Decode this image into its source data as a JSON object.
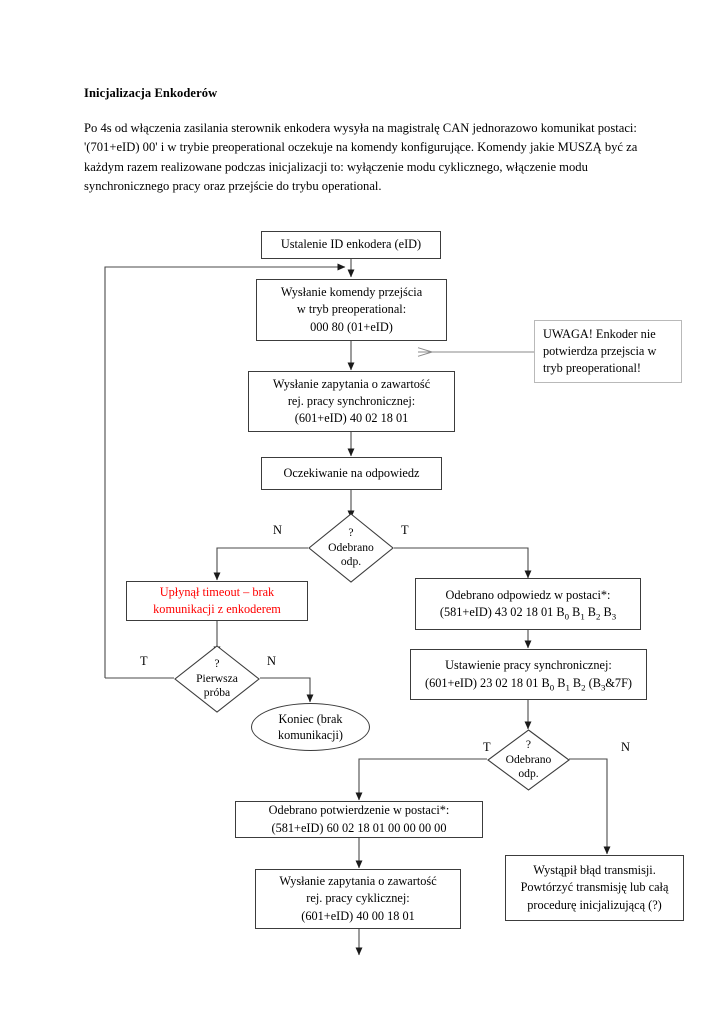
{
  "document": {
    "heading": "Inicjalizacja Enkoderów",
    "paragraph": "Po 4s od włączenia zasilania sterownik enkodera wysyła na magistralę CAN jednorazowo komunikat postaci: '(701+eID) 00' i w trybie preoperational oczekuje na komendy konfigurujące. Komendy jakie MUSZĄ być za każdym razem realizowane podczas inicjalizacji to: wyłączenie modu cyklicznego, włączenie modu synchronicznego pracy oraz przejście do trybu operational."
  },
  "flowchart": {
    "nodes": {
      "start": {
        "name": "ustalenie-id",
        "lines": [
          "Ustalenie ID enkodera (eID)"
        ]
      },
      "preoperational": {
        "name": "wyslanie-komendy-preoperational",
        "lines": [
          "Wysłanie komendy przejścia",
          "w tryb preoperational:",
          "000 80 (01+eID)"
        ]
      },
      "note_uwaga": {
        "name": "uwaga-note",
        "lines": [
          "UWAGA! Enkoder nie",
          "potwierdza przejscia w",
          "tryb preoperational!"
        ]
      },
      "zapytanie_sync": {
        "name": "zapytanie-rej-synchronicznej",
        "lines": [
          "Wysłanie zapytania o zawartość",
          "rej. pracy synchronicznej:",
          "(601+eID) 40 02 18 01"
        ]
      },
      "oczekiwanie": {
        "name": "oczekiwanie-na-odpowiedz",
        "lines": [
          "Oczekiwanie na odpowiedz"
        ]
      },
      "decision_odp1": {
        "name": "decyzja-odebrano-odp-1",
        "lines": [
          "?",
          "Odebrano",
          "odp."
        ]
      },
      "timeout": {
        "name": "timeout-brak-komunikacji",
        "lines": [
          "Upłynął timeout – brak",
          "komunikacji z enkoderem"
        ],
        "color": "#ff0000"
      },
      "odebrano_odpowiedz": {
        "name": "odebrano-odpowiedz",
        "lines": [
          "Odebrano odpowiedz w postaci*:",
          "(581+eID) 43 02 18 01 B<sub>0</sub> B<sub>1</sub> B<sub>2</sub> B<sub>3</sub>"
        ]
      },
      "decision_pierwsza": {
        "name": "decyzja-pierwsza-proba",
        "lines": [
          "?",
          "Pierwsza",
          "próba"
        ]
      },
      "koniec": {
        "name": "koniec-brak-komunikacji",
        "lines": [
          "Koniec (brak",
          "komunikacji)"
        ]
      },
      "ustawienie_sync": {
        "name": "ustawienie-pracy-synchronicznej",
        "lines": [
          "Ustawienie pracy synchronicznej:",
          "(601+eID) 23 02 18 01 B<sub>0</sub> B<sub>1</sub> B<sub>2</sub> (B<sub>3</sub>&7F)"
        ]
      },
      "decision_odp2": {
        "name": "decyzja-odebrano-odp-2",
        "lines": [
          "?",
          "Odebrano",
          "odp."
        ]
      },
      "potwierdzenie": {
        "name": "odebrano-potwierdzenie",
        "lines": [
          "Odebrano potwierdzenie w postaci*:",
          "(581+eID) 60 02 18 01 00 00 00 00"
        ]
      },
      "zapytanie_cykl": {
        "name": "zapytanie-rej-cyklicznej",
        "lines": [
          "Wysłanie zapytania o zawartość",
          "rej. pracy cyklicznej:",
          "(601+eID) 40 00 18 01"
        ]
      },
      "blad": {
        "name": "blad-transmisji",
        "lines": [
          "Wystąpił błąd transmisji.",
          "Powtórzyć transmisję lub całą",
          "procedurę inicjalizującą (?)"
        ]
      }
    },
    "branch_labels": {
      "d1_left": "N",
      "d1_right": "T",
      "d2_left": "T",
      "d2_right": "N",
      "d3_left": "T",
      "d3_right": "N"
    }
  },
  "colors": {
    "stroke": "#3c3c3c",
    "note_stroke": "#b9b9b9",
    "alert_text": "#ff0000",
    "background": "#ffffff"
  }
}
